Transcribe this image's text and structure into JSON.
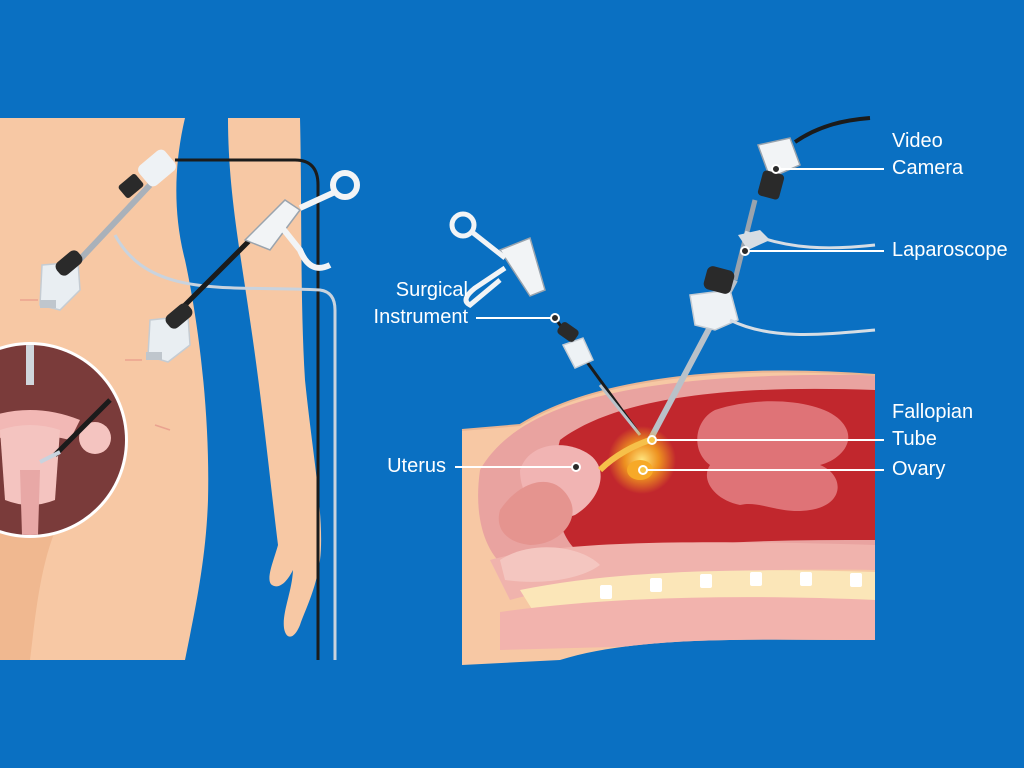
{
  "diagram": {
    "background_color": "#0a70c2",
    "labels": {
      "video_camera": [
        "Video",
        "Camera"
      ],
      "laparoscope": "Laparoscope",
      "surgical_instrument": [
        "Surgical",
        "Instrument"
      ],
      "fallopian_tube": [
        "Fallopian",
        "Tube"
      ],
      "ovary": "Ovary",
      "uterus": "Uterus"
    }
  }
}
